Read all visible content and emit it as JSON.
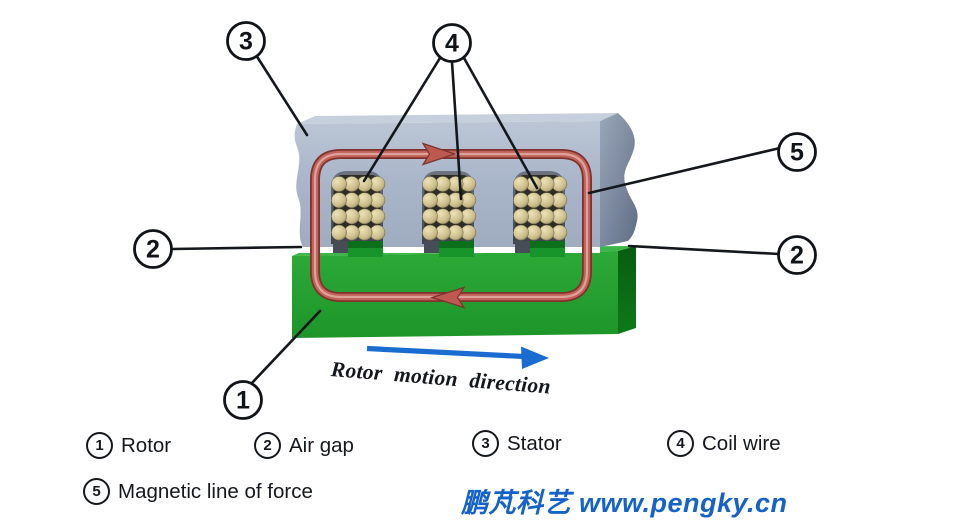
{
  "callouts": {
    "c1": {
      "num": "1"
    },
    "c2_left": {
      "num": "2"
    },
    "c2_right": {
      "num": "2"
    },
    "c3": {
      "num": "3"
    },
    "c4": {
      "num": "4"
    },
    "c5": {
      "num": "5"
    }
  },
  "motion_label": "Rotor motion direction",
  "legend": {
    "items": [
      {
        "num": "1",
        "label": "Rotor"
      },
      {
        "num": "2",
        "label": "Air gap"
      },
      {
        "num": "3",
        "label": "Stator"
      },
      {
        "num": "4",
        "label": "Coil wire"
      },
      {
        "num": "5",
        "label": "Magnetic line of force"
      }
    ]
  },
  "watermark": "鹏芃科艺 www.pengky.cn",
  "colors": {
    "stator": "#aab6ca",
    "rotor": "#23a031",
    "coil": "#d6c997",
    "flux_line": "#c2625a",
    "motion_arrow": "#1a6cd0",
    "watermark_blue": "#1563c9"
  }
}
